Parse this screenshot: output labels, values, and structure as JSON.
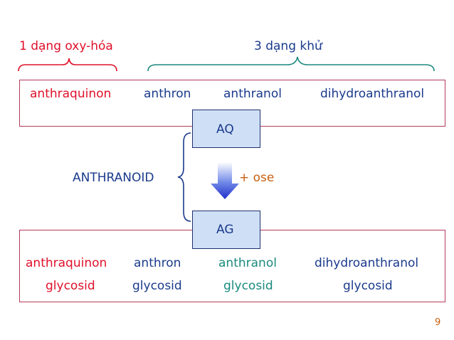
{
  "top": {
    "oxidized_label": "1 dạng oxy-hóa",
    "reduced_label": "3 dạng khử",
    "items": [
      "anthraquinon",
      "anthron",
      "anthranol",
      "dihydroanthranol"
    ]
  },
  "middle": {
    "aq_label": "AQ",
    "ag_label": "AG",
    "anthranoid_label": "ANTHRANOID",
    "ose_label": "+ ose"
  },
  "bottom": {
    "items": [
      {
        "line1": "anthraquinon",
        "line2": "glycosid"
      },
      {
        "line1": "anthron",
        "line2": "glycosid"
      },
      {
        "line1": "anthranol",
        "line2": "glycosid"
      },
      {
        "line1": "dihydroanthranol",
        "line2": "glycosid"
      }
    ]
  },
  "page_number": "9",
  "colors": {
    "red": "#e0102a",
    "blue": "#1a3a8c",
    "teal": "#1a8a7e",
    "orange": "#c86010",
    "box_border": "#b33a5a",
    "label_box_fill": "#cfe0f6",
    "brace_red": "#e0102a",
    "brace_teal": "#1a8a7e"
  }
}
